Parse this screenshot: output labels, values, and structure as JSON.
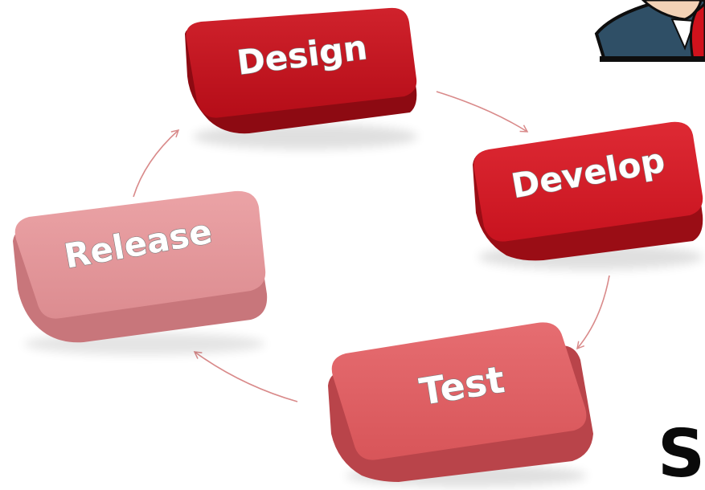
{
  "cycle": {
    "steps": [
      {
        "label": "Design",
        "color": "#c0121f"
      },
      {
        "label": "Develop",
        "color": "#d11b27"
      },
      {
        "label": "Test",
        "color": "#e06266"
      },
      {
        "label": "Release",
        "color": "#e5999c"
      }
    ],
    "arrow_color": "#d98a8a"
  },
  "corner_text": "S"
}
